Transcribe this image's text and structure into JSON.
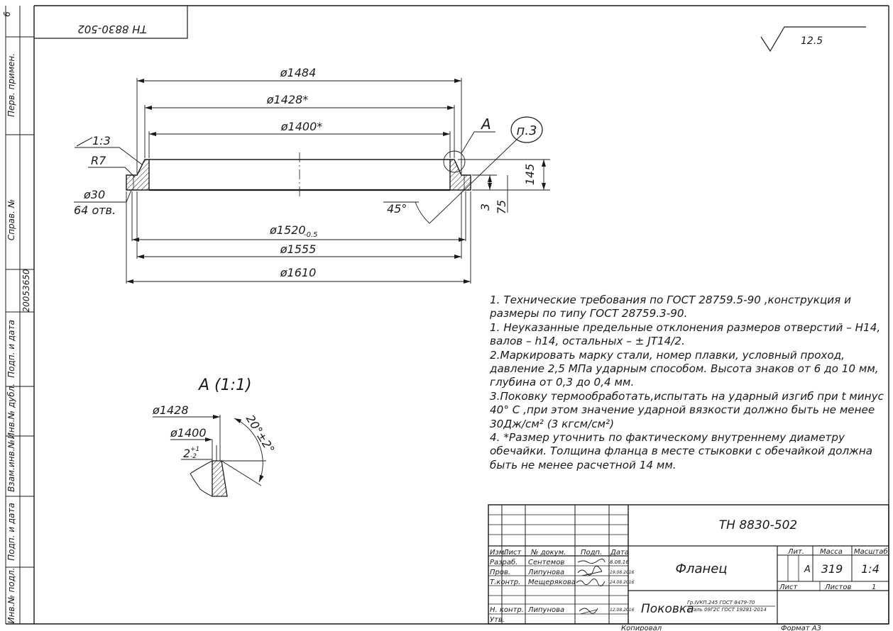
{
  "stamp_top": "ТН 8830-502",
  "roughness": "12.5",
  "side_labels": {
    "perv_primen": "Перв. примен.",
    "sprav": "Справ. №",
    "number": "20053650",
    "podp_data1": "Подп. и дата",
    "inv_dubl": "Инв.№ дубл.",
    "vzam_inv": "Взам.инв.№",
    "podp_data2": "Подп. и дата",
    "inv_podl": "Инв.№ подл.",
    "corner": "6"
  },
  "dims": {
    "d1484": "ø1484",
    "d1428": "ø1428*",
    "d1400": "ø1400*",
    "taper": "1:3",
    "r7": "R7",
    "hole_d": "ø30",
    "holes": "64 отв.",
    "angle45": "45°",
    "d1520": "ø1520",
    "d1520_tol": "-0.5",
    "d1555": "ø1555",
    "d1610": "ø1610",
    "h145": "145",
    "h3": "3",
    "h75": "75",
    "view_a": "А",
    "note_ref": "п.3"
  },
  "detail": {
    "title": "А (1:1)",
    "d1428": "ø1428",
    "d1400": "ø1400",
    "tol_base": "2",
    "tol_up": "+1",
    "tol_dn": "-2",
    "angle": "20°±2°"
  },
  "notes": [
    "1. Технические требования по ГОСТ 28759.5-90 ,конструкция и размеры по типу ГОСТ 28759.3-90.",
    "1. Неуказанные предельные отклонения размеров отверстий – Н14, валов – h14, остальных – ± JT14/2.",
    "2.Маркировать марку стали, номер плавки, условный проход, давление 2,5 МПа ударным способом. Высота знаков от 6 до 10 мм, глубина от 0,3 до 0,4 мм.",
    "3.Поковку термообработать,испытать на ударный изгиб при t минус 40° С ,при этом значение ударной вязкости должно быть не менее 30Дж/см² (3 кгсм/см²)",
    "4. *Размер уточнить по фактическому внутреннему диаметру обечайки. Толщина фланца в месте стыковки с обечайкой должна быть не менее расчетной 14 мм."
  ],
  "title_block": {
    "doc_number": "ТН 8830-502",
    "name": "Фланец",
    "hdr_izm": "Изм.",
    "hdr_list": "Лист",
    "hdr_ndok": "№ докум.",
    "hdr_podp": "Подп.",
    "hdr_data": "Дата",
    "razrab_role": "Разраб.",
    "razrab_name": "Сентемов",
    "razrab_date": "8.08.16",
    "prov_role": "Пров.",
    "prov_name": "Липунова",
    "prov_date": "19.08.2016",
    "tkontr_role": "Т.контр.",
    "tkontr_name": "Мещерякова",
    "tkontr_date": "24.08.2016",
    "nkontr_role": "Н. контр.",
    "nkontr_name": "Липунова",
    "nkontr_date": "12.08.2016",
    "utv_role": "Утв.",
    "lit_hdr": "Лит.",
    "massa_hdr": "Масса",
    "masshtab_hdr": "Масштаб",
    "lit_val": "А",
    "massa_val": "319",
    "masshtab_val": "1:4",
    "list_lbl": "Лист",
    "listov_lbl": "Листов",
    "listov_val": "1",
    "material_main": "Поковка",
    "material_top": "Гр.IVКП.245 ГОСТ 8479-70",
    "material_bottom": "Сталь 09Г2С ГОСТ 19281-2014",
    "kopiroval": "Копировал",
    "format": "Формат А3"
  }
}
